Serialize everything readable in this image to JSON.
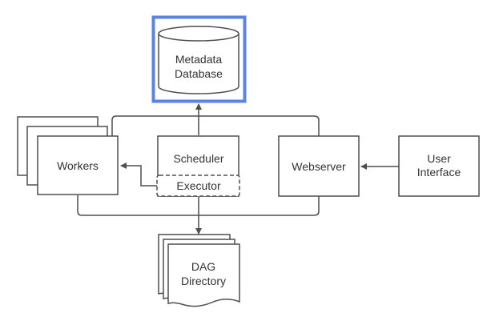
{
  "diagram": {
    "nodes": {
      "metadata_database": {
        "line1": "Metadata",
        "line2": "Database"
      },
      "workers": {
        "label": "Workers"
      },
      "scheduler": {
        "label": "Scheduler"
      },
      "executor": {
        "label": "Executor"
      },
      "webserver": {
        "label": "Webserver"
      },
      "user_interface": {
        "line1": "User",
        "line2": "Interface"
      },
      "dag_directory": {
        "line1": "DAG",
        "line2": "Directory"
      }
    },
    "colors": {
      "stroke": "#4f4f4f",
      "highlight": "#5b83e3",
      "text": "#333333",
      "background": "#ffffff"
    }
  }
}
